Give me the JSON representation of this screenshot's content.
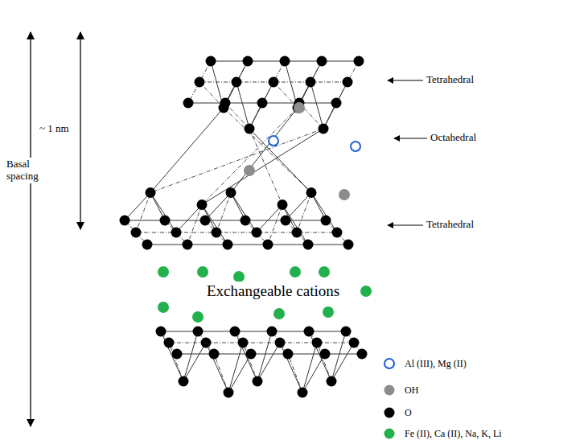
{
  "diagram": {
    "labels": [
      "Basal spacing",
      "~ 1 nm",
      "Tetrahedral",
      "Octahedral",
      "Tetrahedral",
      "Exchangeable cations"
    ],
    "legend": [
      {
        "text": "Al (III), Mg (II)"
      },
      {
        "text": "OH",
        "color": "#8c8c8c"
      },
      {
        "text": "O",
        "color": "#000000"
      },
      {
        "text": "Fe (II), Ca (II), Na, K, Li",
        "color": "#22b14c"
      }
    ]
  }
}
